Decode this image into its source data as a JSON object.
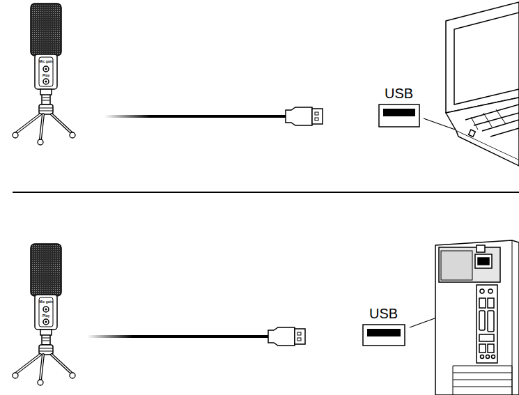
{
  "diagram": {
    "labels": [
      "Mic gain",
      "Play",
      "USB",
      "Mic gain",
      "Play",
      "USB"
    ]
  }
}
